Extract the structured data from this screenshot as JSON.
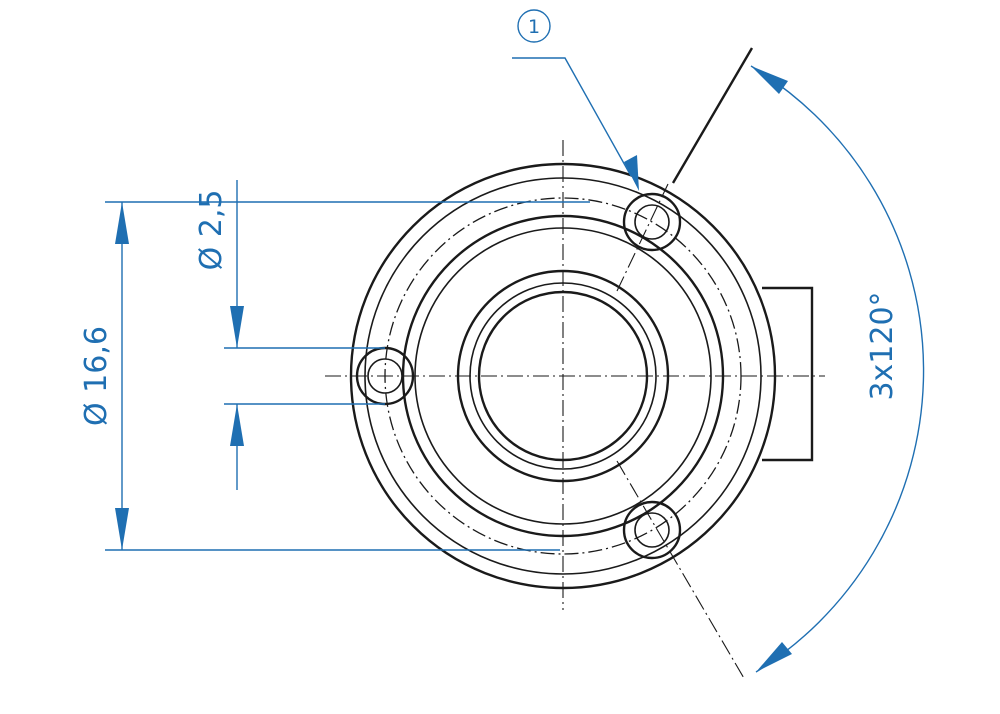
{
  "dimensions": {
    "outer_diameter": "Ø 16,6",
    "hole_diameter": "Ø 2,5",
    "angular_spacing": "3x120°"
  },
  "balloon": {
    "label": "1"
  },
  "colors": {
    "dimension": "#1f6fb2",
    "linework": "#1a1a1a"
  }
}
